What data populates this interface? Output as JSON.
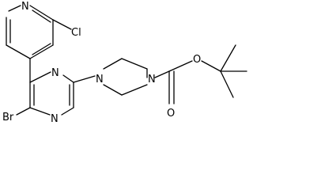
{
  "molecule": {
    "atom_labels": {
      "pyridine_n": "N",
      "chloro": "Cl",
      "bromo": "Br",
      "pyrazine_n_top": "N",
      "pyrazine_n_bottom": "N",
      "piperazine_n_left": "N",
      "piperazine_n_right": "N",
      "ester_o": "O",
      "carbonyl_o": "O"
    }
  }
}
